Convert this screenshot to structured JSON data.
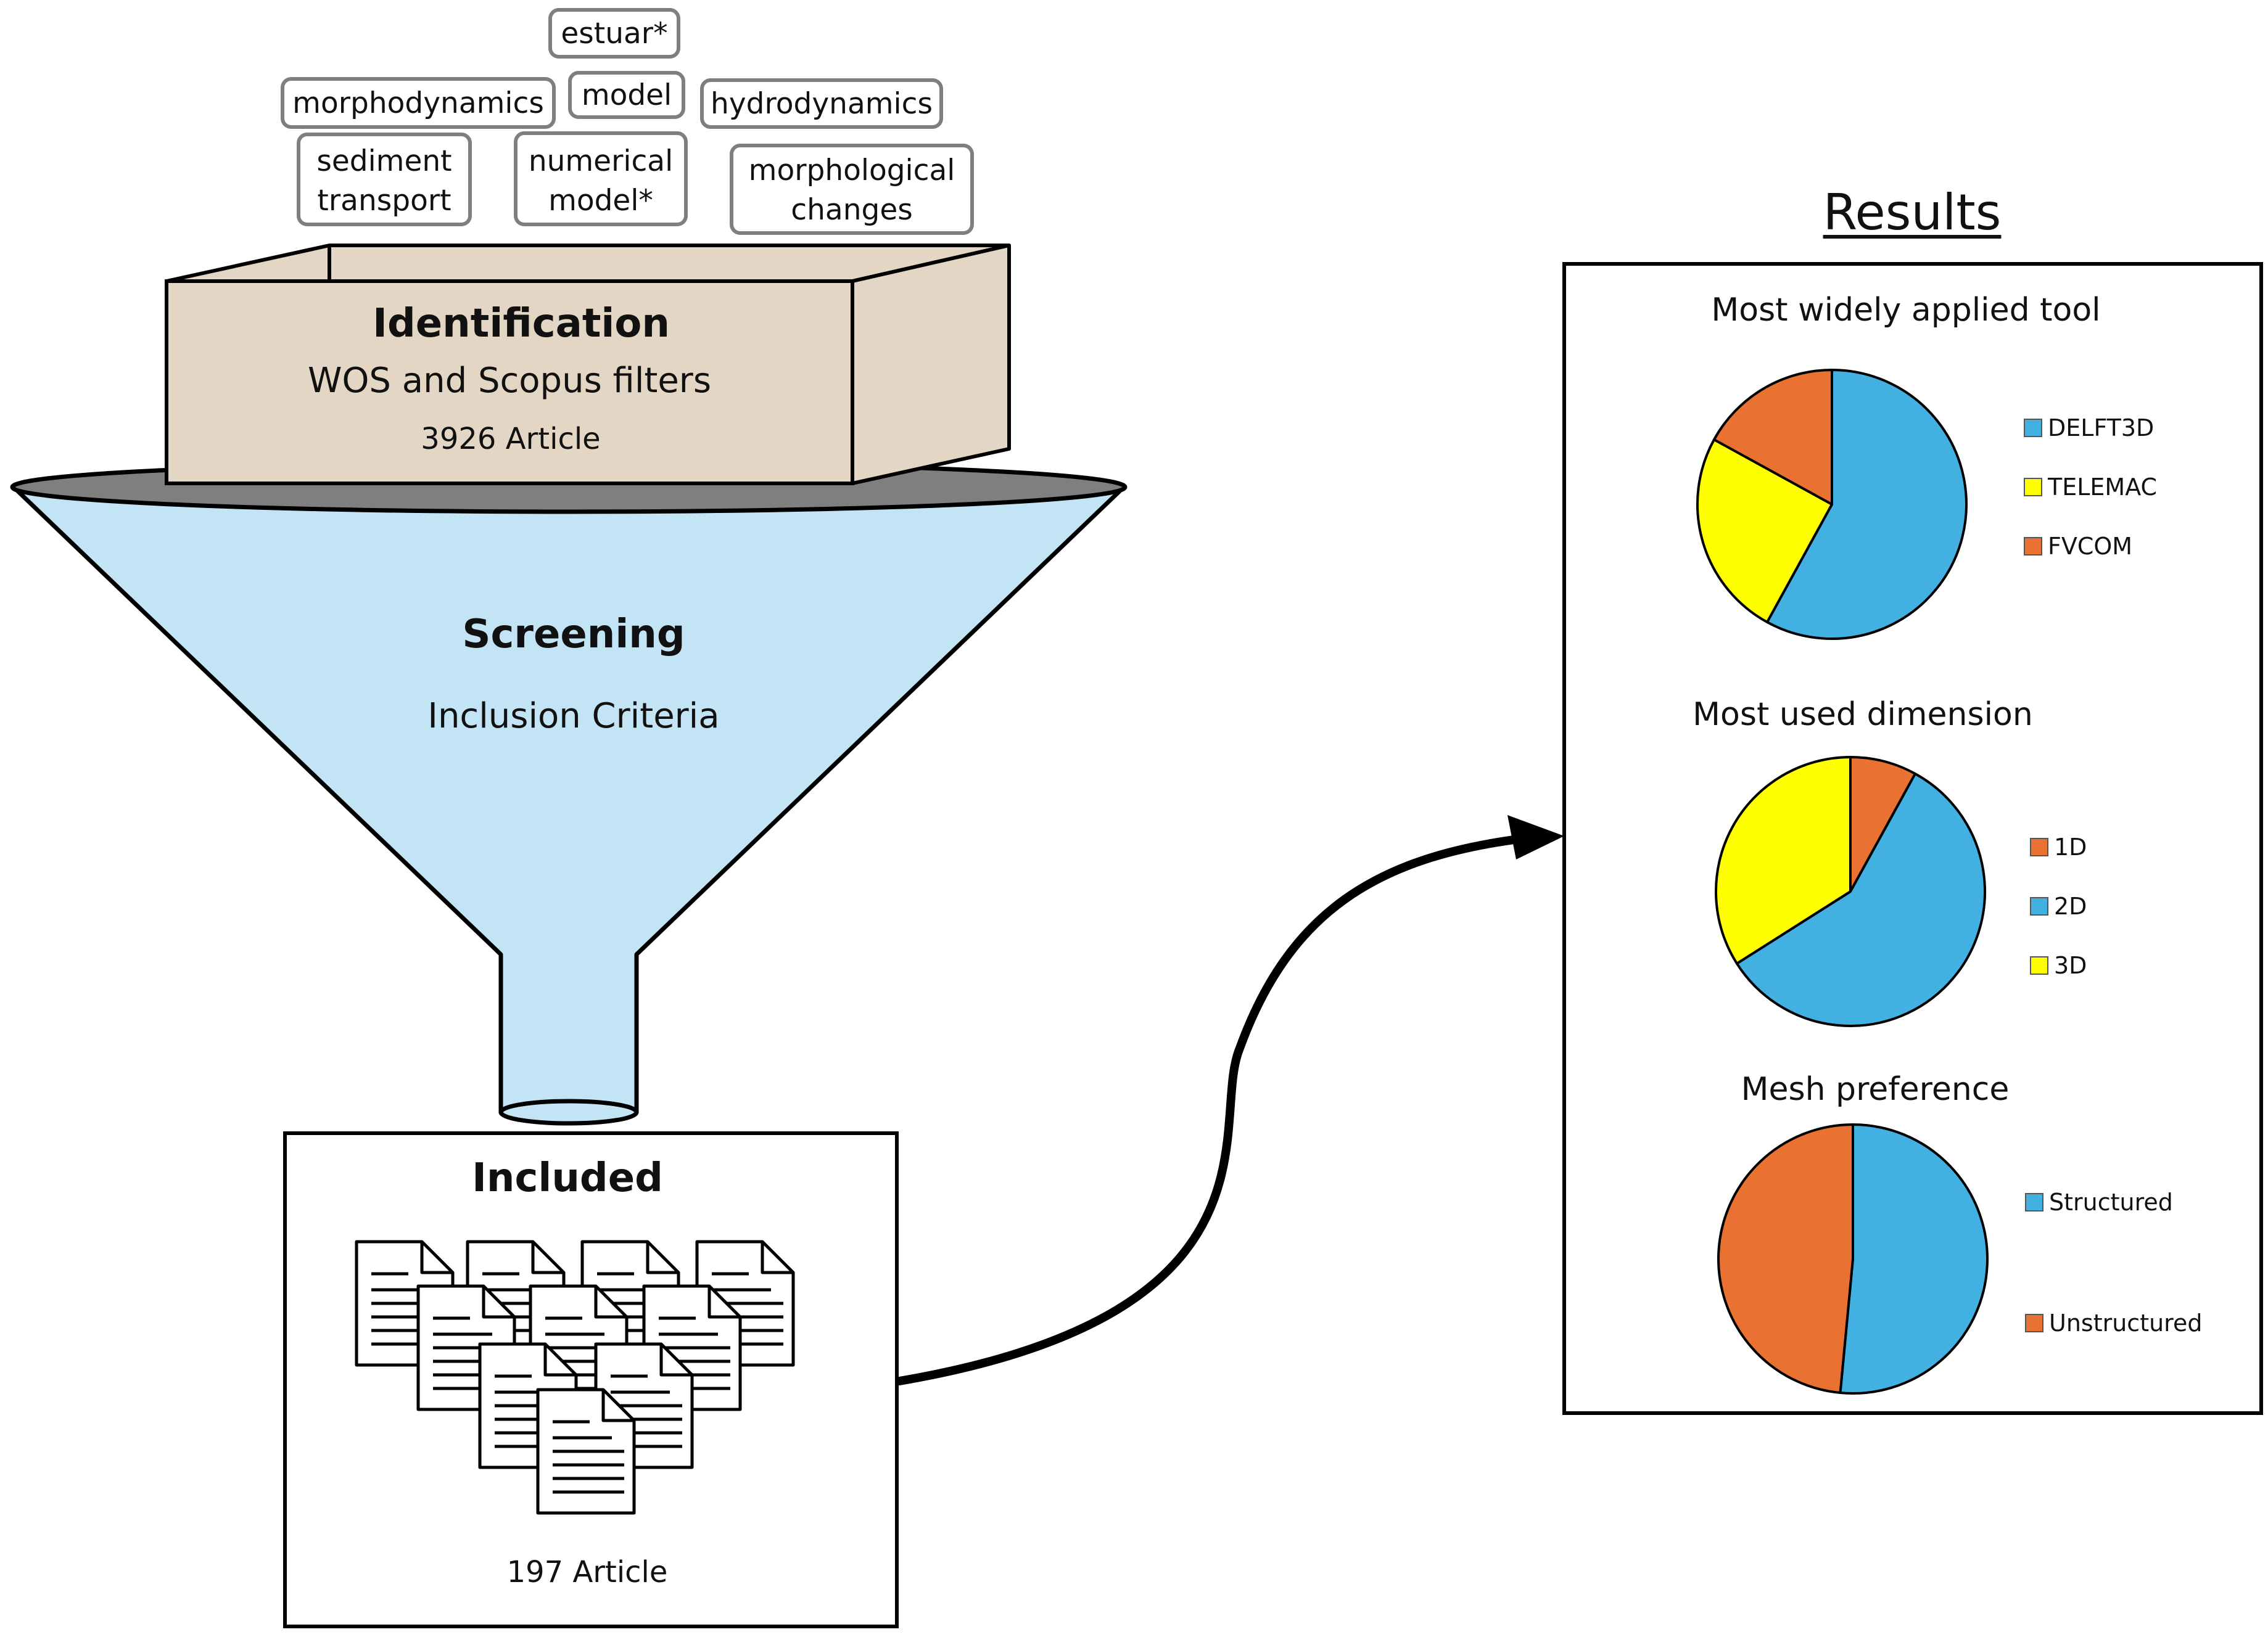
{
  "keywords": [
    {
      "lines": [
        "estuar*"
      ]
    },
    {
      "lines": [
        "morphodynamics"
      ]
    },
    {
      "lines": [
        "model"
      ]
    },
    {
      "lines": [
        "hydrodynamics"
      ]
    },
    {
      "lines": [
        "sediment",
        "transport"
      ]
    },
    {
      "lines": [
        "numerical",
        "model*"
      ]
    },
    {
      "lines": [
        "morphological",
        "changes"
      ]
    }
  ],
  "identification": {
    "title": "Identification",
    "subtitle": "WOS and Scopus filters",
    "count": "3926 Article"
  },
  "screening": {
    "title": "Screening",
    "subtitle": "Inclusion Criteria"
  },
  "included": {
    "title": "Included",
    "count": "197 Article"
  },
  "results": {
    "heading": "Results"
  },
  "colors": {
    "blue": "#42b0e0",
    "yellow": "#ffff00",
    "orange": "#e97132",
    "box_fill": "#e3d6c4",
    "funnel_fill": "#c3e4f5",
    "rim_fill": "#7f7f7f"
  },
  "chart_data": [
    {
      "type": "pie",
      "title": "Most widely applied tool",
      "categories": [
        "DELFT3D",
        "TELEMAC",
        "FVCOM"
      ],
      "values": [
        58,
        25,
        17
      ],
      "colors": [
        "#42b0e0",
        "#ffff00",
        "#e97132"
      ],
      "legend": "right"
    },
    {
      "type": "pie",
      "title": "Most used dimension",
      "categories": [
        "1D",
        "2D",
        "3D"
      ],
      "values": [
        8,
        58,
        34
      ],
      "colors": [
        "#e97132",
        "#42b0e0",
        "#ffff00"
      ],
      "legend": "right"
    },
    {
      "type": "pie",
      "title": "Mesh preference",
      "categories": [
        "Structured",
        "Unstructured"
      ],
      "values": [
        51.5,
        48.5
      ],
      "colors": [
        "#42b0e0",
        "#e97132"
      ],
      "legend": "right"
    }
  ]
}
